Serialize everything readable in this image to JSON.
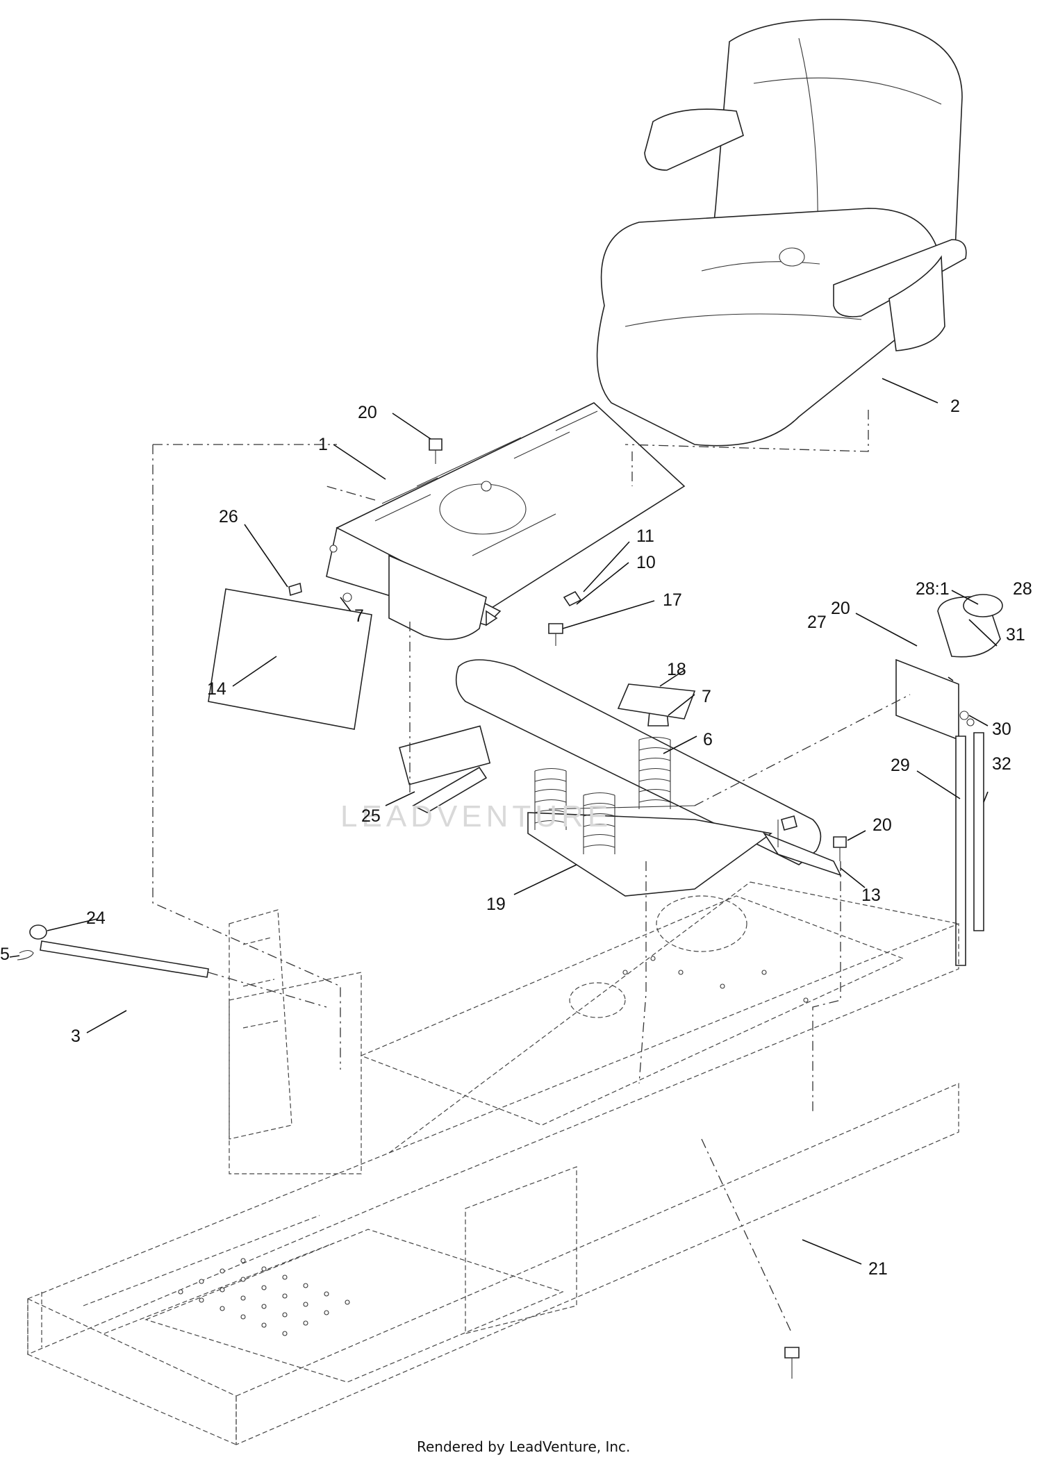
{
  "watermark": "LEADVENTURE",
  "footer": "Rendered by LeadVenture, Inc.",
  "callouts": [
    "20",
    "1",
    "26",
    "7",
    "14",
    "2",
    "11",
    "10",
    "17",
    "18",
    "7",
    "6",
    "25",
    "19",
    "20",
    "13",
    "28:1",
    "28",
    "20",
    "27",
    "31",
    "30",
    "32",
    "29",
    "24",
    "5",
    "3",
    "21"
  ]
}
